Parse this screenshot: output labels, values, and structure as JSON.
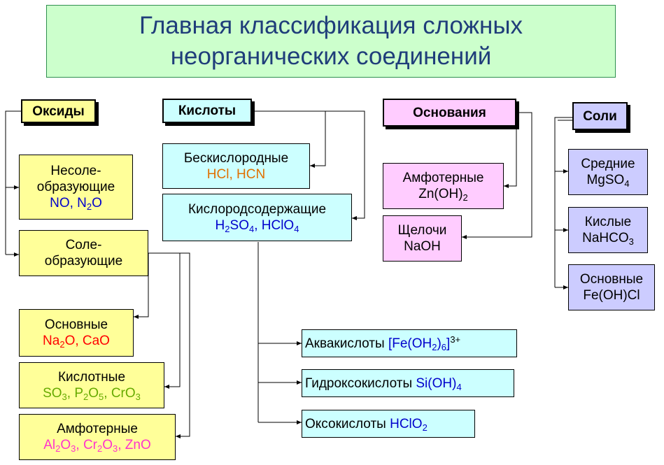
{
  "title": {
    "line1": "Главная классификация сложных",
    "line2": "неорганических соединений"
  },
  "oxides": {
    "header": "Оксиды",
    "nonsalt": {
      "l1": "Несоле-",
      "l2": "образующие",
      "f1a": "NO, N",
      "f1b": "2",
      "f1c": "O"
    },
    "salt": {
      "l1": "Соле-",
      "l2": "образующие"
    },
    "basic": {
      "label": "Основные",
      "f_a": "Na",
      "f_b": "2",
      "f_c": "O, CaO"
    },
    "acidic": {
      "label": "Кислотные",
      "f_a": "SO",
      "f_b": "3",
      "f_c": ", P",
      "f_d": "2",
      "f_e": "O",
      "f_f": "5",
      "f_g": ", CrO",
      "f_h": "3"
    },
    "amph": {
      "label": "Амфотерные",
      "f_a": "Al",
      "f_b": "2",
      "f_c": "O",
      "f_d": "3",
      "f_e": ", Cr",
      "f_f": "2",
      "f_g": "O",
      "f_h": "3",
      "f_i": ", ZnO"
    }
  },
  "acids": {
    "header": "Кислоты",
    "oxygenfree": {
      "label": "Бескислородные",
      "formula": "HCl, HCN"
    },
    "oxygen": {
      "label": "Кислородсодержащие",
      "f_a": "H",
      "f_b": "2",
      "f_c": "SO",
      "f_d": "4",
      "f_e": ", HClO",
      "f_f": "4"
    },
    "aqua": {
      "label": "Аквакислоты ",
      "f_a": "[Fe(OH",
      "f_b": "2",
      "f_c": ")",
      "f_d": "6",
      "f_e": "]",
      "f_f": "3+"
    },
    "hydroxo": {
      "label": "Гидроксокислоты ",
      "f_a": "Si(OH)",
      "f_b": "4"
    },
    "oxo": {
      "label": "Оксокислоты ",
      "f_a": "HClO",
      "f_b": "2"
    }
  },
  "bases": {
    "header": "Основания",
    "amph": {
      "label": "Амфотерные",
      "f_a": "Zn(OH)",
      "f_b": "2"
    },
    "alkali": {
      "label": "Щелочи",
      "formula": "NaOH"
    }
  },
  "salts": {
    "header": "Соли",
    "middle": {
      "label": "Средние",
      "f_a": "MgSO",
      "f_b": "4"
    },
    "acidic": {
      "label": "Кислые",
      "f_a": "NaHCO",
      "f_b": "3"
    },
    "basic": {
      "label": "Основные",
      "formula": "Fe(OH)Cl"
    }
  },
  "colors": {
    "title_bg": "#ccffcc",
    "title_text": "#1f3d7a",
    "oxide_fill": "#ffff99",
    "acid_fill": "#ccffff",
    "base_fill": "#ffccff",
    "salt_fill": "#ccccff"
  }
}
